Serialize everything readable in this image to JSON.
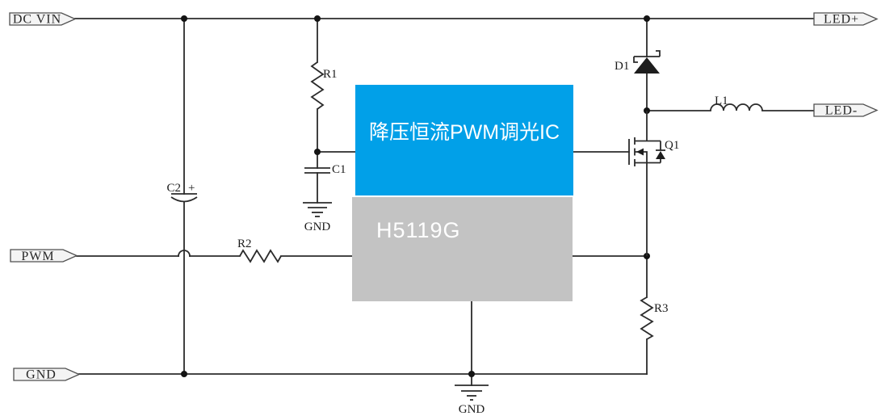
{
  "ic": {
    "function_label": "降压恒流PWM调光IC",
    "part_number": "H5119G"
  },
  "colors": {
    "function_box_bg": "#01A0E8",
    "part_box_bg": "#C3C3C3",
    "box_text": "#FFFFFF",
    "wire": "#2B2B2B",
    "tag_fill": "#F4F4F4"
  },
  "ports": {
    "dc_vin": "DC VIN",
    "pwm": "PWM",
    "gnd": "GND",
    "led_plus": "LED+",
    "led_minus": "LED-"
  },
  "components": {
    "r1": "R1",
    "r2": "R2",
    "r3": "R3",
    "c1": "C1",
    "c2": "C2",
    "c2_polarity": "+",
    "d1": "D1",
    "l1": "L1",
    "q1": "Q1"
  },
  "grounds": {
    "c1_gnd": "GND",
    "ic_gnd": "GND"
  }
}
